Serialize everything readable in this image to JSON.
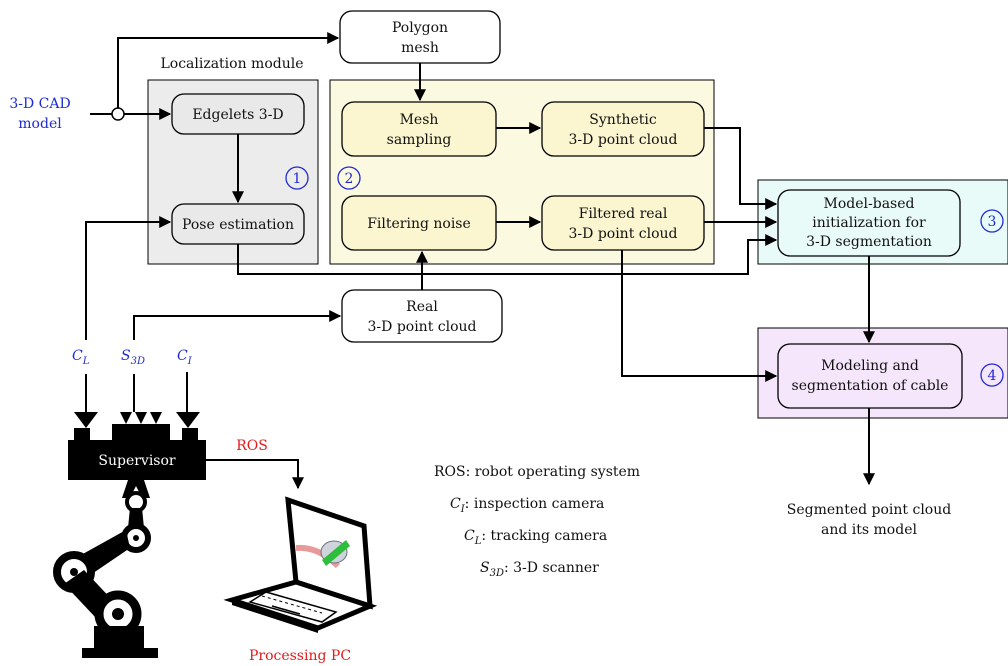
{
  "input": {
    "cad_line1": "3-D CAD",
    "cad_line2": "model"
  },
  "modules": {
    "localization_title": "Localization module",
    "badge1": "1",
    "badge2": "2",
    "badge3": "3",
    "badge4": "4"
  },
  "boxes": {
    "polygon_line1": "Polygon",
    "polygon_line2": "mesh",
    "edgelets": "Edgelets 3-D",
    "pose": "Pose estimation",
    "mesh_line1": "Mesh",
    "mesh_line2": "sampling",
    "synthetic_line1": "Synthetic",
    "synthetic_line2": "3-D point cloud",
    "filtering": "Filtering noise",
    "filtered_line1": "Filtered real",
    "filtered_line2": "3-D point cloud",
    "real_line1": "Real",
    "real_line2": "3-D point cloud",
    "model_line1": "Model-based",
    "model_line2": "initialization for",
    "model_line3": "3-D segmentation",
    "cable_line1": "Modeling and",
    "cable_line2": "segmentation of cable"
  },
  "sensors": {
    "cl": "C",
    "cl_sub": "L",
    "s3d": "S",
    "s3d_sub": "3D",
    "ci": "C",
    "ci_sub": "I"
  },
  "hardware": {
    "supervisor": "Supervisor",
    "ros": "ROS",
    "processing_pc": "Processing PC"
  },
  "legend": {
    "ros": "ROS: robot operating system",
    "ci_sym": "C",
    "ci_sub": "I",
    "ci_text": ": inspection camera",
    "cl_sym": "C",
    "cl_sub": "L",
    "cl_text": ": tracking camera",
    "s3d_sym": "S",
    "s3d_sub": "3D",
    "s3d_text": ": 3-D scanner"
  },
  "output": {
    "line1": "Segmented point cloud",
    "line2": "and its model"
  },
  "colors": {
    "localization_bg": "#ececec",
    "processing_bg": "#fcf9e1",
    "inner_box_bg": "#fbf6cf",
    "segmentation_bg": "#e9fbf9",
    "cable_bg": "#f5e6fb",
    "label_blue": "#1f2ad6",
    "label_red": "#e31a1a"
  }
}
